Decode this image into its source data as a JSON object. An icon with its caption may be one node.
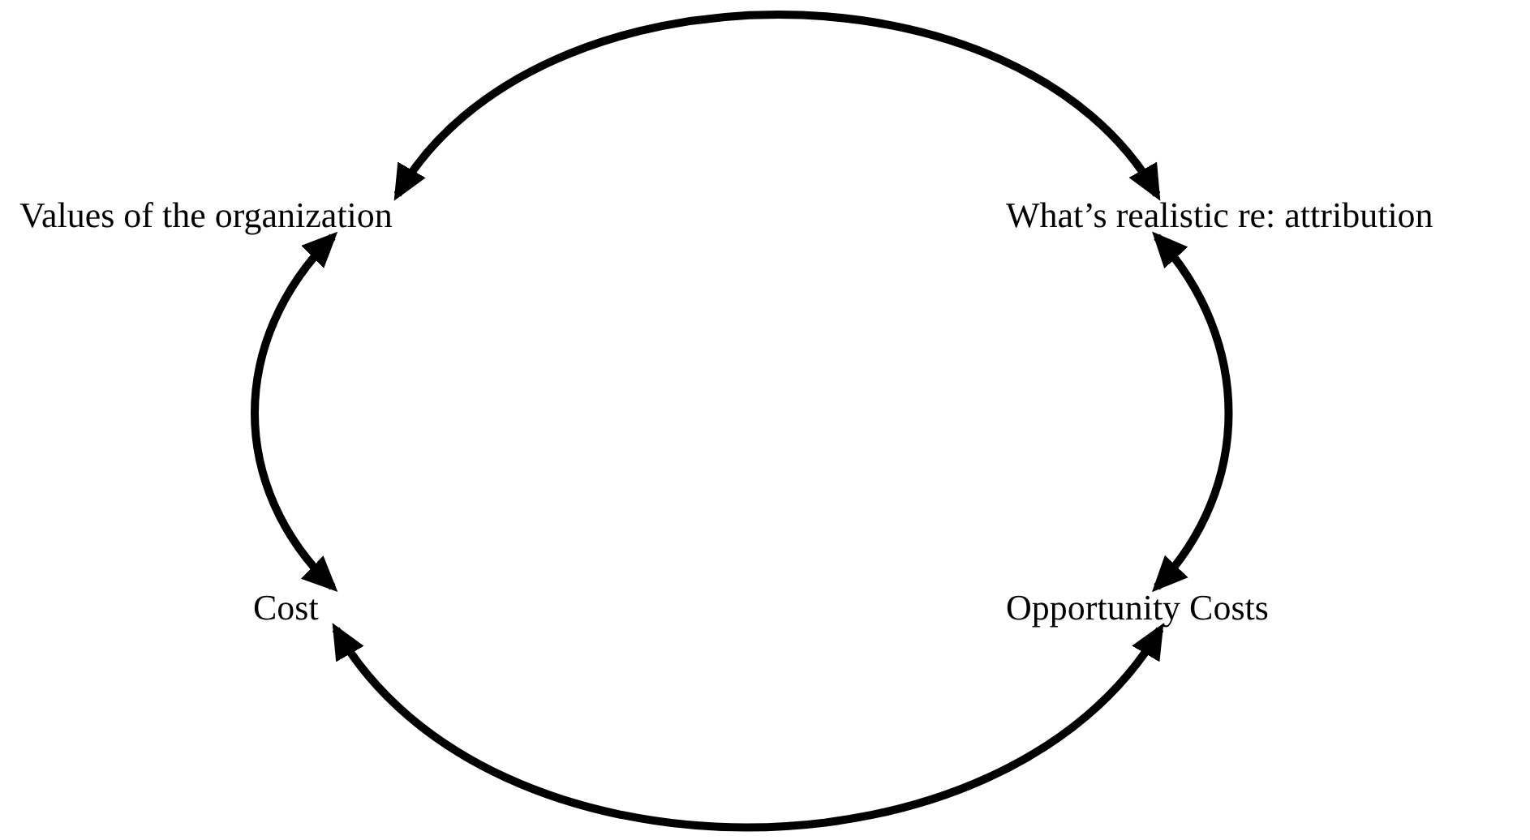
{
  "diagram": {
    "nodes": [
      {
        "text": [
          "Values of the organization"
        ]
      },
      {
        "text": [
          "What’s realistic re: attribution"
        ]
      },
      {
        "text": [
          "Cost"
        ]
      },
      {
        "text": [
          "Opportunity Costs"
        ]
      }
    ],
    "edges": [
      {
        "from": 0,
        "to": 1,
        "arrow": "both"
      },
      {
        "from": 0,
        "to": 2,
        "arrow": "both"
      },
      {
        "from": 1,
        "to": 3,
        "arrow": "both"
      },
      {
        "from": 2,
        "to": 3,
        "arrow": "both"
      }
    ]
  }
}
